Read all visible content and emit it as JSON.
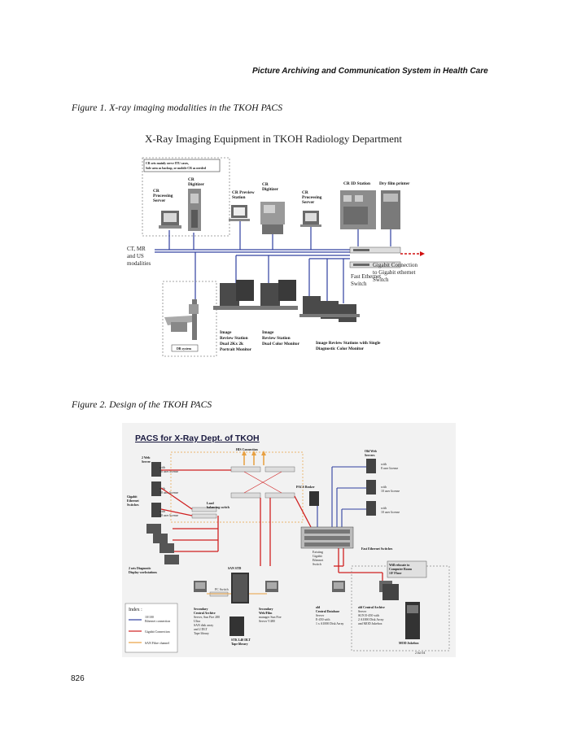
{
  "header": {
    "running_title": "Picture Archiving and Communication System in Health Care"
  },
  "page_number": "826",
  "figure1": {
    "caption": "Figure 1. X-ray imaging modalities in the TKOH PACS",
    "title": "X-Ray Imaging Equipment in TKOH Radiology Department",
    "note_line1": "CR sets mainly serve ITU cases,",
    "note_line2": "Sole arm as backup, or mobile CR as needed",
    "labels": {
      "cr_digitizer_1_a": "CR",
      "cr_digitizer_1_b": "Digitizer",
      "cr_proc_1_a": "CR",
      "cr_proc_1_b": "Processing",
      "cr_proc_1_c": "Server",
      "cr_preview_a": "CR Preview",
      "cr_preview_b": "Station",
      "cr_digitizer_2_a": "CR",
      "cr_digitizer_2_b": "Digitizer",
      "cr_proc_2_a": "CR",
      "cr_proc_2_b": "Processing",
      "cr_proc_2_c": "Server",
      "cr_id_station": "CR ID Station",
      "dry_film_printer": "Dry film printer",
      "modalities_a": "CT, MR",
      "modalities_b": "and US",
      "modalities_c": "modalities",
      "gigabit_a": "Gigabit Connection",
      "gigabit_b": "to Gigabit ethernet",
      "gigabit_c": "Switch",
      "fast_eth_a": "Fast Ethernet",
      "fast_eth_b": "Switch",
      "irs_1_a": "Image",
      "irs_1_b": "Review Station",
      "irs_1_c": "Dual 2Kx 2k",
      "irs_1_d": "Portrait Monitor",
      "irs_2_a": "Image",
      "irs_2_b": "Review Station",
      "irs_2_c": "Dual Color Monitor",
      "irs_3_a": "Image Review Stations with Single",
      "irs_3_b": "Diagnostic Color Monitor",
      "dr_system": "DR system"
    }
  },
  "figure2": {
    "caption": "Figure 2. Design of the TKOH PACS",
    "title": "PACS for X-Ray Dept. of TKOH",
    "labels": {
      "his_connection": "HIS Connection",
      "web_server_a": "2 Web",
      "web_server_b": "Server",
      "with_50_a": "with",
      "with_50_b": "50 user license",
      "with_50_c": "with",
      "with_50_d": "50 user license",
      "with_50_e": "with",
      "with_50_f": "50 user license",
      "gigabit_a": "Gigabit",
      "gigabit_b": "Ethernet",
      "gigabit_c": "Switches",
      "load_bal_a": "Load",
      "load_bal_b": "balancing switch",
      "old_web_a": "Old Web",
      "old_web_b": "Servers",
      "old_lic_a": "with",
      "old_lic_b": "8 user license",
      "old_lic_c": "with",
      "old_lic_d": "10 user license",
      "old_lic_e": "with",
      "old_lic_f": "10 user license",
      "pacs_broker": "PACS Broker",
      "fast_eth_sw": "Fast Ethernet Switches",
      "exist_gig_a": "Existing",
      "exist_gig_b": "Gigabit",
      "exist_gig_c": "Ethernet",
      "exist_gig_d": "Switch",
      "old_room_a": "Will relocate to",
      "old_room_b": "Computer Room",
      "old_room_c": "1/F Floor",
      "san_std": "SAN STD",
      "diag_ws_a": "2 sets Diagnostic",
      "diag_ws_b": "Display workstations",
      "fc_switch": "FC Switch",
      "sec_central_a": "Secondary",
      "sec_central_b": "Central Archive",
      "sec_central_c": "Server, Sun Fire 280",
      "sec_central_d": "Ultra",
      "sec_central_e": "SAN disk array",
      "sec_central_f": "and 2 DLT",
      "sec_central_g": "Tape library",
      "sec_web_a": "Secondary",
      "sec_web_b": "Web/Film",
      "sec_web_c": "manager Sun Fire",
      "sec_web_d": "Server V480",
      "stk_a": "STK L40 DLT",
      "stk_b": "Tape library",
      "old_central_a": "old",
      "old_central_b": "Central Database",
      "old_central_c": "Server",
      "old_central_d": "E-450 with",
      "old_central_e": "1 x A1000 Disk Array",
      "old_arch_a": "old Central Archive",
      "old_arch_b": "Server",
      "old_arch_c": "SUN E-450 with",
      "old_arch_d": "2 A1000 Disk Array",
      "old_arch_e": "and MOD Jukebox",
      "mod_jukebox": "MOD Jukebox",
      "date": "2 Jul 04",
      "index_title": "Index :",
      "index_1_a": "10/100",
      "index_1_b": "Ethernet connection",
      "index_2": "Gigabit Connection",
      "index_3": "SAN Fibre channel"
    }
  },
  "colors": {
    "fast_ethernet": "#3040a0",
    "gigabit": "#d02020",
    "san_fibre": "#e8a040",
    "arrow_red": "#d01010",
    "equipment": "#6a6a6a",
    "title_blue": "#1a1a40"
  }
}
